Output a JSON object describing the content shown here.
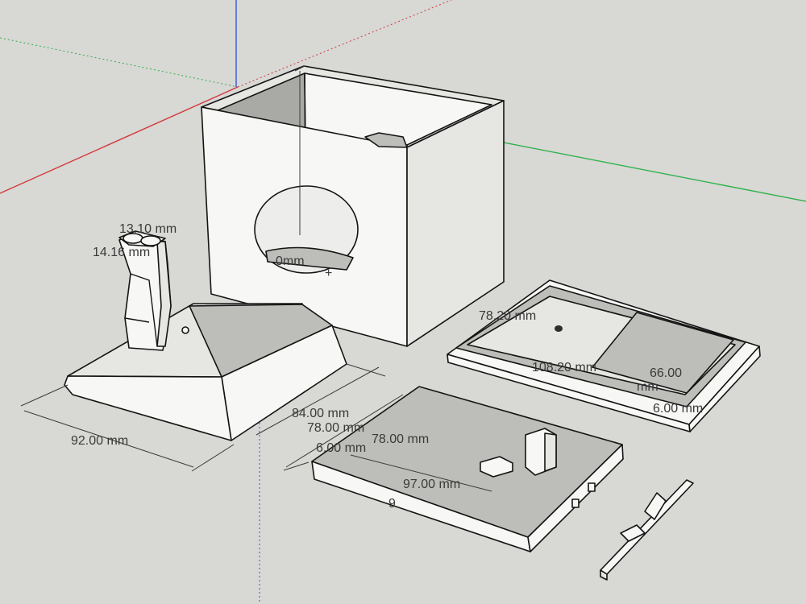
{
  "dimensions": {
    "post_w": "13.10 mm",
    "post_d": "14.16 mm",
    "base_w": "92.00 mm",
    "base_d": "84.00 mm",
    "plate_w": "78.00 mm",
    "plate_t": "6.00 mm",
    "plate_inner": "78.00 mm",
    "plate_len": "97.00 mm",
    "plate_frag": "9",
    "tray_w": "78.20 mm",
    "tray_len": "108.20 mm",
    "tray_win": "66.00",
    "tray_t": "6.00 mm",
    "box_frag": "0mm",
    "tray_frag": "mm"
  },
  "axes": {
    "red": "#d23a3a",
    "green": "#2fb24a",
    "blue": "#3a56d8"
  }
}
